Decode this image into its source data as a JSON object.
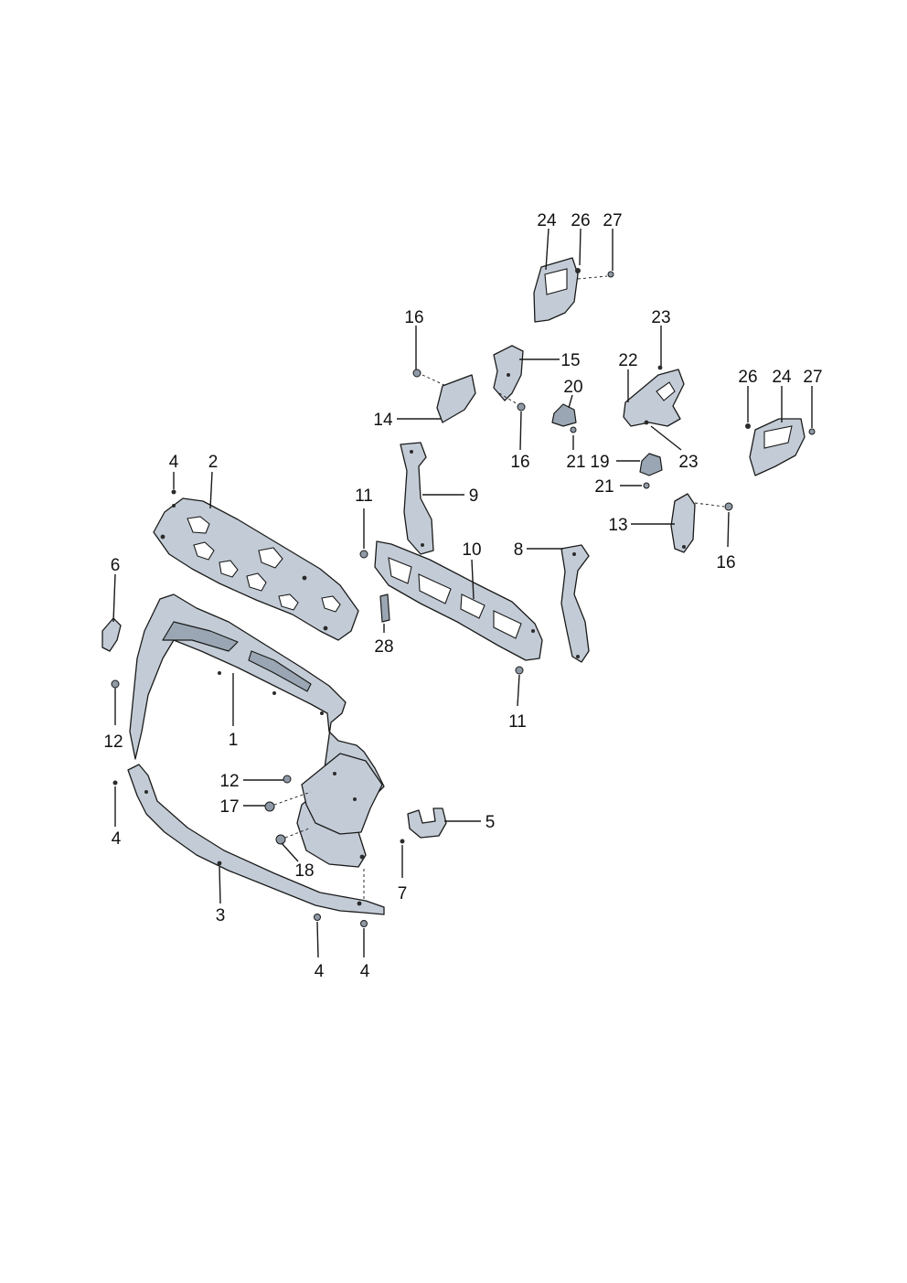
{
  "callouts": [
    {
      "id": "c24a",
      "text": "24"
    },
    {
      "id": "c26a",
      "text": "26"
    },
    {
      "id": "c27a",
      "text": "27"
    },
    {
      "id": "c16a",
      "text": "16"
    },
    {
      "id": "c23a",
      "text": "23"
    },
    {
      "id": "c15",
      "text": "15"
    },
    {
      "id": "c22",
      "text": "22"
    },
    {
      "id": "c26b",
      "text": "26"
    },
    {
      "id": "c24b",
      "text": "24"
    },
    {
      "id": "c27b",
      "text": "27"
    },
    {
      "id": "c20",
      "text": "20"
    },
    {
      "id": "c14",
      "text": "14"
    },
    {
      "id": "c16b",
      "text": "16"
    },
    {
      "id": "c21a",
      "text": "21"
    },
    {
      "id": "c19",
      "text": "19"
    },
    {
      "id": "c23b",
      "text": "23"
    },
    {
      "id": "c4a",
      "text": "4"
    },
    {
      "id": "c2",
      "text": "2"
    },
    {
      "id": "c21b",
      "text": "21"
    },
    {
      "id": "c11a",
      "text": "11"
    },
    {
      "id": "c9",
      "text": "9"
    },
    {
      "id": "c13",
      "text": "13"
    },
    {
      "id": "c10",
      "text": "10"
    },
    {
      "id": "c8",
      "text": "8"
    },
    {
      "id": "c16c",
      "text": "16"
    },
    {
      "id": "c6",
      "text": "6"
    },
    {
      "id": "c28",
      "text": "28"
    },
    {
      "id": "c11b",
      "text": "11"
    },
    {
      "id": "c1",
      "text": "1"
    },
    {
      "id": "c12a",
      "text": "12"
    },
    {
      "id": "c12b",
      "text": "12"
    },
    {
      "id": "c17",
      "text": "17"
    },
    {
      "id": "c5",
      "text": "5"
    },
    {
      "id": "c4b",
      "text": "4"
    },
    {
      "id": "c18",
      "text": "18"
    },
    {
      "id": "c7",
      "text": "7"
    },
    {
      "id": "c3",
      "text": "3"
    },
    {
      "id": "c4c",
      "text": "4"
    },
    {
      "id": "c4d",
      "text": "4"
    }
  ]
}
